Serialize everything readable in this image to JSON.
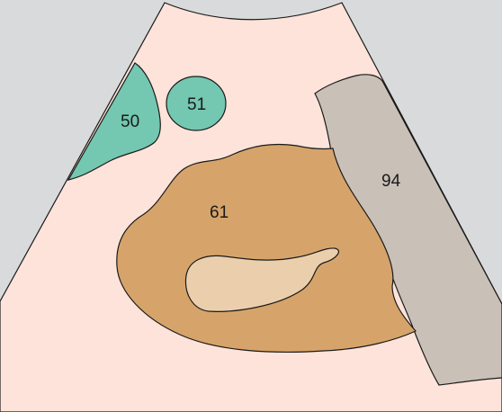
{
  "diagram": {
    "labels": {
      "region_50": "50",
      "region_51": "51",
      "region_61": "61",
      "region_94": "94"
    },
    "colors": {
      "background": "#d9dadc",
      "sector": "#fde3d9",
      "teal_region": "#74c7b0",
      "brown_region": "#d6a46a",
      "light_region": "#ebcfac",
      "gray_region": "#c9c0b7",
      "outline": "#1a1a1a"
    }
  }
}
